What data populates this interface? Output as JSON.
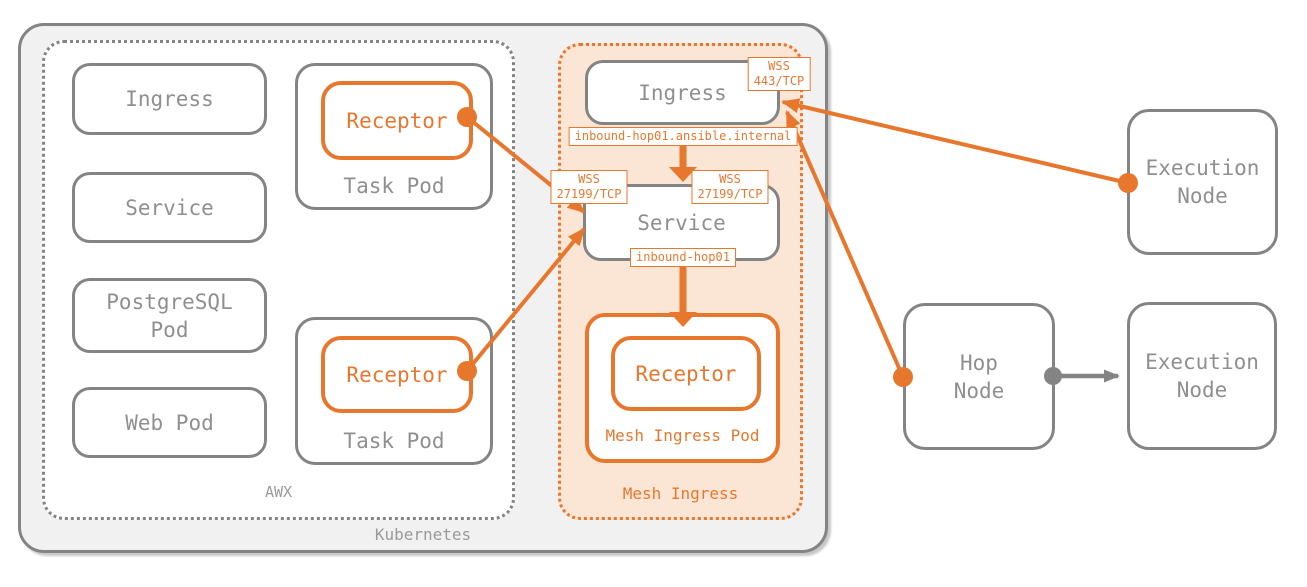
{
  "containers": {
    "kubernetes_label": "Kubernetes",
    "awx_label": "AWX",
    "mesh_ingress_label": "Mesh Ingress"
  },
  "awx": {
    "ingress": "Ingress",
    "service": "Service",
    "postgresql_pod": "PostgreSQL\nPod",
    "web_pod": "Web Pod",
    "task_pod_top": {
      "receptor": "Receptor",
      "label": "Task Pod"
    },
    "task_pod_bottom": {
      "receptor": "Receptor",
      "label": "Task Pod"
    }
  },
  "mesh": {
    "ingress": "Ingress",
    "service": "Service",
    "receptor": "Receptor",
    "pod_label": "Mesh Ingress Pod",
    "wss_443": "WSS\n443/TCP",
    "wss_27199_left": "WSS\n27199/TCP",
    "wss_27199_right": "WSS\n27199/TCP",
    "ingress_hostname": "inbound-hop01.ansible.internal",
    "service_hostname": "inbound-hop01"
  },
  "external": {
    "hop_node": "Hop\nNode",
    "execution_node_top": "Execution\nNode",
    "execution_node_bottom": "Execution\nNode"
  },
  "colors": {
    "accent_orange": "#e8772e",
    "mesh_fill": "#fbe5d5",
    "border_gray": "#848484",
    "text_gray": "#8f8f8f",
    "kubernetes_fill": "#f1f1f1"
  }
}
